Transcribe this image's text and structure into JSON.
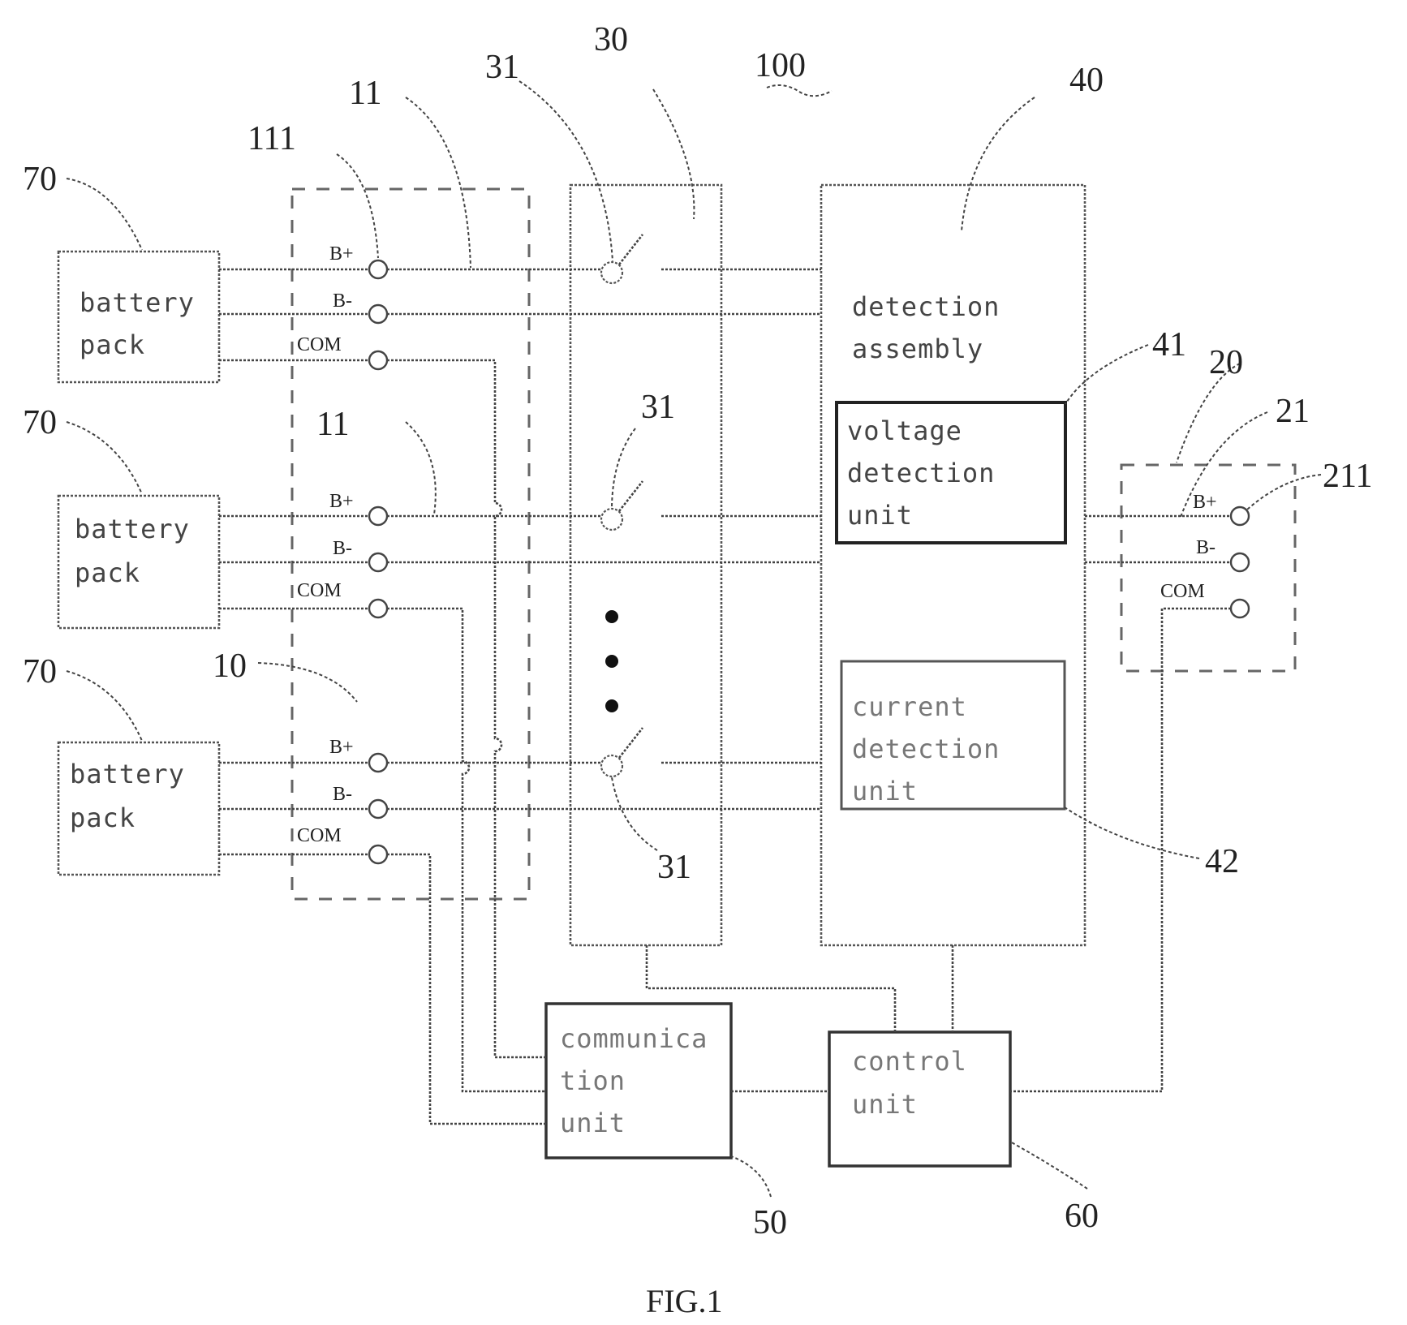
{
  "figure": {
    "ref_100": "100",
    "caption": "FIG.1"
  },
  "battery_packs": [
    {
      "label_line1": "battery",
      "label_line2": "pack",
      "ref": "70"
    },
    {
      "label_line1": "battery",
      "label_line2": "pack",
      "ref": "70"
    },
    {
      "label_line1": "battery",
      "label_line2": "pack",
      "ref": "70"
    }
  ],
  "input_terminals": {
    "b_plus": "B+",
    "b_minus": "B-",
    "com": "COM",
    "ref_group": "10",
    "ref_terminal_set": "11",
    "ref_terminal": "111"
  },
  "switch_module": {
    "ref": "30",
    "ref_switch": "31"
  },
  "detection_assembly": {
    "ref": "40",
    "label_line1": "detection",
    "label_line2": "assembly",
    "voltage_unit": {
      "line1": "voltage",
      "line2": "detection",
      "line3": "unit",
      "ref": "41"
    },
    "current_unit": {
      "line1": "current",
      "line2": "detection",
      "line3": "unit",
      "ref": "42"
    }
  },
  "output_terminals": {
    "ref_group": "20",
    "ref_terminal_set": "21",
    "ref_terminal": "211",
    "b_plus": "B+",
    "b_minus": "B-",
    "com": "COM"
  },
  "communication_unit": {
    "line1": "communica",
    "line2": "tion",
    "line3": "unit",
    "ref": "50"
  },
  "control_unit": {
    "line1": "control",
    "line2": "unit",
    "ref": "60"
  }
}
